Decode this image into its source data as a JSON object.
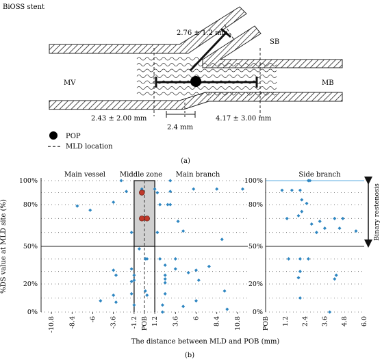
{
  "panel_a": {
    "title": "BiOSS stent",
    "label_mv": "MV",
    "label_mb": "MB",
    "label_sb": "SB",
    "dim_sb": "2.76 ± 1.2 mm",
    "dim_mv": "2.43 ± 2.00 mm",
    "dim_mid": "2.4 mm",
    "dim_mb": "4.17 ± 3.00 mm",
    "legend_pop": "POP",
    "legend_mld": "MLD location",
    "caption": "(a)"
  },
  "panel_b": {
    "caption": "(b)",
    "ylabel": "%DS value at MLD site (%)",
    "xlabel": "The distance between MLD and POB (mm)",
    "binary_label": "Binary restenosis",
    "zone_labels": [
      "Main vessel",
      "Middle zone",
      "Main branch",
      "Side branch"
    ],
    "colors": {
      "point": "#2e86c1",
      "pop_point": "#c0392b",
      "zone_fill": "#d0d0d0",
      "sb_top_line": "#5dade2"
    },
    "chart_data": [
      {
        "type": "scatter",
        "name": "main",
        "x_ticks": [
          "-10.8",
          "-8.4",
          "-6",
          "-3.6",
          "-1.2",
          "POB",
          "1.2",
          "3.6",
          "6",
          "8.4",
          "10.8"
        ],
        "y_ticks": [
          "0%",
          "20%",
          "50%",
          "80%",
          "100%"
        ],
        "xlim": [
          -12,
          12
        ],
        "ylim": [
          0,
          100
        ],
        "threshold": 50,
        "middle_zone": [
          -1.2,
          1.2
        ],
        "mld_line": 0,
        "points": [
          [
            -5.1,
            8
          ],
          [
            -3.6,
            31
          ],
          [
            -3.3,
            27
          ],
          [
            -3.6,
            12
          ],
          [
            -3.3,
            7
          ],
          [
            -3.6,
            82
          ],
          [
            -7.8,
            79
          ],
          [
            -6.3,
            76
          ],
          [
            -2.7,
            100
          ],
          [
            -2.1,
            91
          ],
          [
            -1.5,
            60
          ],
          [
            -1.5,
            32
          ],
          [
            -1.2,
            27
          ],
          [
            -1.2,
            23
          ],
          [
            -1.5,
            22
          ],
          [
            -1.5,
            13
          ],
          [
            -1.2,
            5
          ],
          [
            -0.6,
            48
          ],
          [
            -0.3,
            93
          ],
          [
            0.1,
            40
          ],
          [
            0.3,
            40
          ],
          [
            0.1,
            15
          ],
          [
            0.3,
            12
          ],
          [
            1.2,
            93
          ],
          [
            1.5,
            90
          ],
          [
            1.8,
            80
          ],
          [
            1.5,
            60
          ],
          [
            1.8,
            40
          ],
          [
            2.4,
            35
          ],
          [
            2.4,
            27
          ],
          [
            2.4,
            24
          ],
          [
            2.4,
            21
          ],
          [
            2.4,
            13
          ],
          [
            2.1,
            5
          ],
          [
            2.1,
            0
          ],
          [
            3.0,
            100
          ],
          [
            3.0,
            91
          ],
          [
            2.7,
            80
          ],
          [
            3.0,
            80
          ],
          [
            3.6,
            40
          ],
          [
            3.6,
            32
          ],
          [
            3.9,
            68
          ],
          [
            4.5,
            61
          ],
          [
            4.5,
            4
          ],
          [
            5.1,
            29
          ],
          [
            5.7,
            93
          ],
          [
            6.0,
            31
          ],
          [
            6.0,
            8
          ],
          [
            6.3,
            23
          ],
          [
            7.5,
            34
          ],
          [
            8.4,
            93
          ],
          [
            9.0,
            55
          ],
          [
            9.3,
            15
          ],
          [
            9.6,
            2
          ],
          [
            11.4,
            93
          ]
        ],
        "pop_points": [
          [
            -0.3,
            90
          ],
          [
            -0.3,
            70
          ],
          [
            0.3,
            70
          ]
        ]
      },
      {
        "type": "scatter",
        "name": "side_branch",
        "x_ticks": [
          "POB",
          "1.2",
          "2.4",
          "3.6",
          "4.8",
          "6.0"
        ],
        "y_ticks": [
          "0%",
          "20%",
          "50%",
          "80%",
          "100%"
        ],
        "xlim": [
          0,
          6
        ],
        "ylim": [
          0,
          100
        ],
        "threshold": 50,
        "points": [
          [
            1.0,
            92
          ],
          [
            1.6,
            92
          ],
          [
            2.1,
            92
          ],
          [
            2.2,
            84
          ],
          [
            2.5,
            81
          ],
          [
            2.6,
            100
          ],
          [
            2.7,
            100
          ],
          [
            1.3,
            70
          ],
          [
            2.0,
            72
          ],
          [
            2.2,
            75
          ],
          [
            3.3,
            68
          ],
          [
            2.8,
            66
          ],
          [
            3.1,
            60
          ],
          [
            3.6,
            63
          ],
          [
            4.2,
            70
          ],
          [
            4.5,
            63
          ],
          [
            4.7,
            70
          ],
          [
            5.5,
            61
          ],
          [
            1.4,
            40
          ],
          [
            2.1,
            40
          ],
          [
            2.6,
            40
          ],
          [
            2.1,
            30
          ],
          [
            2.0,
            25
          ],
          [
            4.3,
            27
          ],
          [
            4.2,
            24
          ],
          [
            2.1,
            10
          ],
          [
            3.9,
            0
          ]
        ]
      }
    ]
  }
}
